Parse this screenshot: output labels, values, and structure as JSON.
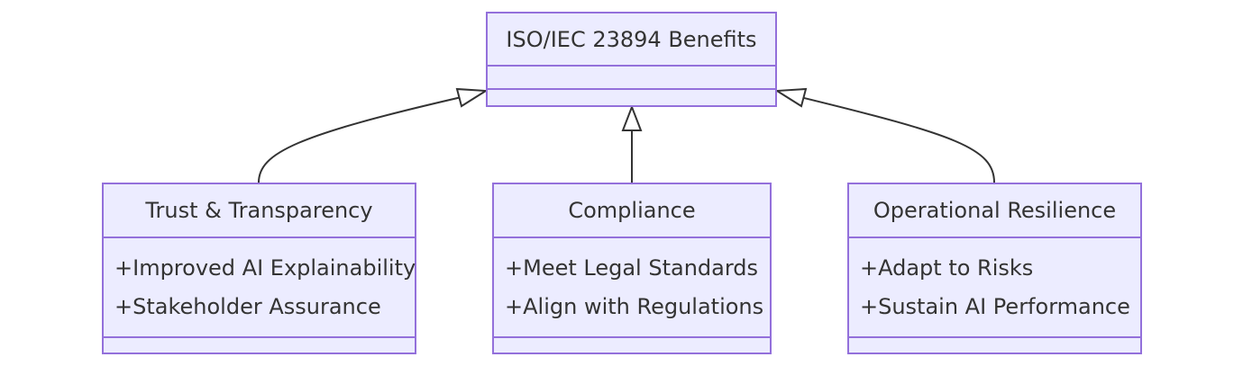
{
  "diagram": {
    "type": "class-diagram",
    "colors": {
      "node_fill": "#ECECFF",
      "node_border": "#9370DB",
      "edge": "#333333",
      "text": "#333333"
    },
    "parent": {
      "name": "ISO/IEC 23894 Benefits",
      "members": []
    },
    "children": [
      {
        "name": "Trust & Transparency",
        "members": [
          "+Improved AI Explainability",
          "+Stakeholder Assurance"
        ]
      },
      {
        "name": "Compliance",
        "members": [
          "+Meet Legal Standards",
          "+Align with Regulations"
        ]
      },
      {
        "name": "Operational Resilience",
        "members": [
          "+Adapt to Risks",
          "+Sustain AI Performance"
        ]
      }
    ],
    "relations": [
      {
        "from": "Trust & Transparency",
        "to": "ISO/IEC 23894 Benefits",
        "kind": "inheritance"
      },
      {
        "from": "Compliance",
        "to": "ISO/IEC 23894 Benefits",
        "kind": "inheritance"
      },
      {
        "from": "Operational Resilience",
        "to": "ISO/IEC 23894 Benefits",
        "kind": "inheritance"
      }
    ]
  }
}
